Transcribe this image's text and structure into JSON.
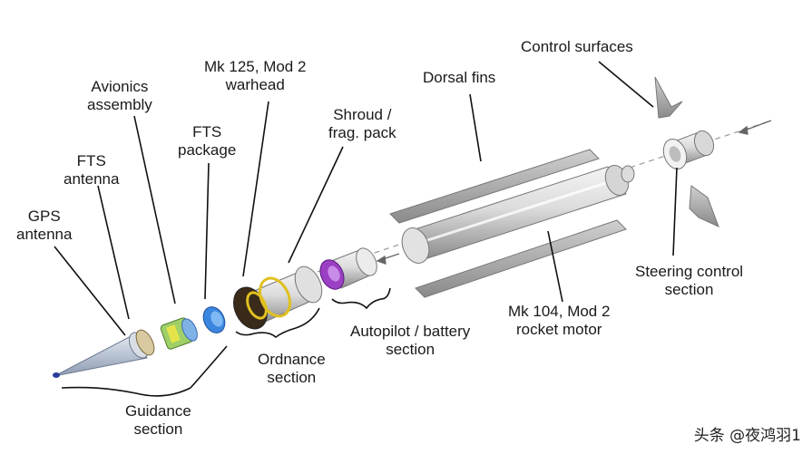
{
  "labels": {
    "control_surfaces": "Control surfaces",
    "dorsal_fins": "Dorsal fins",
    "mk125_line1": "Mk 125, Mod 2",
    "mk125_line2": "warhead",
    "avionics_line1": "Avionics",
    "avionics_line2": "assembly",
    "fts_package_line1": "FTS",
    "fts_package_line2": "package",
    "shroud_line1": "Shroud /",
    "shroud_line2": "frag. pack",
    "fts_antenna_line1": "FTS",
    "fts_antenna_line2": "antenna",
    "gps_line1": "GPS",
    "gps_line2": "antenna",
    "steering_line1": "Steering control",
    "steering_line2": "section",
    "mk104_line1": "Mk 104, Mod 2",
    "mk104_line2": "rocket motor",
    "autopilot_line1": "Autopilot / battery",
    "autopilot_line2": "section",
    "ordnance_line1": "Ordnance",
    "ordnance_line2": "section",
    "guidance_line1": "Guidance",
    "guidance_line2": "section"
  },
  "watermark": "头条 @夜鸿羽1",
  "colors": {
    "text": "#1a1a1a",
    "metal_light": "#e8e8e8",
    "metal_dark": "#8f8f8f",
    "fin": "#a9a9a9",
    "radome": "#b8c4d4",
    "band_blue": "#3b6fd8",
    "warhead_dark": "#3a2a1a",
    "warhead_yellow": "#e0c020",
    "purple": "#9b3fc4"
  }
}
